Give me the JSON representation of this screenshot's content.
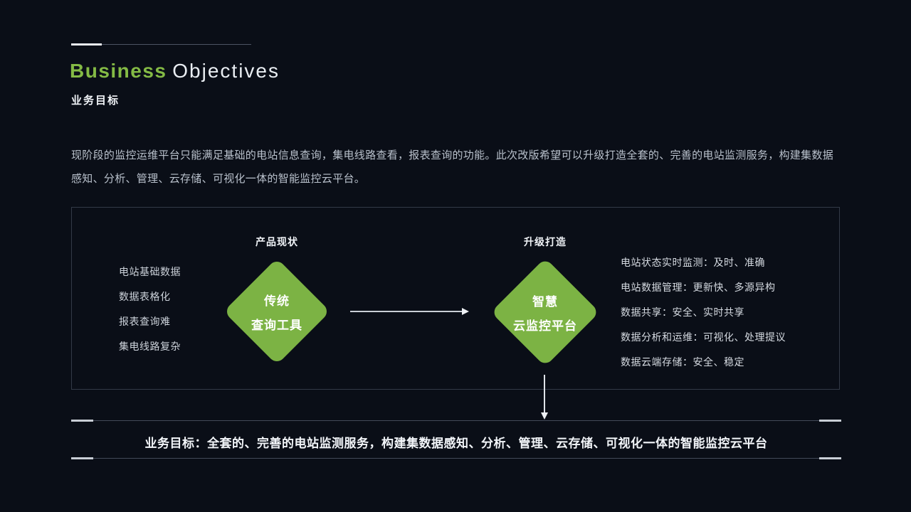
{
  "slide": {
    "header": {
      "title_accent": "Business",
      "title_rest": "Objectives",
      "subtitle": "业务目标"
    },
    "intro": "现阶段的监控运维平台只能满足基础的电站信息查询，集电线路查看，报表查询的功能。此次改版希望可以升级打造全套的、完善的电站监测服务，构建集数据感知、分析、管理、云存储、可视化一体的智能监控云平台。",
    "diagram": {
      "current": {
        "label": "产品现状",
        "diamond_line1": "传统",
        "diamond_line2": "查询工具",
        "pain_points": [
          "电站基础数据",
          "数据表格化",
          "报表查询难",
          "集电线路复杂"
        ]
      },
      "upgrade": {
        "label": "升级打造",
        "diamond_line1": "智慧",
        "diamond_line2": "云监控平台",
        "benefits": [
          "电站状态实时监测：及时、准确",
          "电站数据管理：更新快、多源异构",
          "数据共享：安全、实时共享",
          "数据分析和运维：可视化、处理提议",
          "数据云端存储：安全、稳定"
        ]
      }
    },
    "footer": "业务目标：全套的、完善的电站监测服务，构建集数据感知、分析、管理、云存储、可视化一体的智能监控云平台",
    "colors": {
      "background": "#0a0e17",
      "diamond_green": "#7cb344",
      "title_green": "#84ba45",
      "text_muted": "#b9c1cc",
      "text_light": "#d5dae1",
      "rule_gray": "#434a59",
      "box_border": "#333a47",
      "white": "#f2f5f9"
    }
  }
}
